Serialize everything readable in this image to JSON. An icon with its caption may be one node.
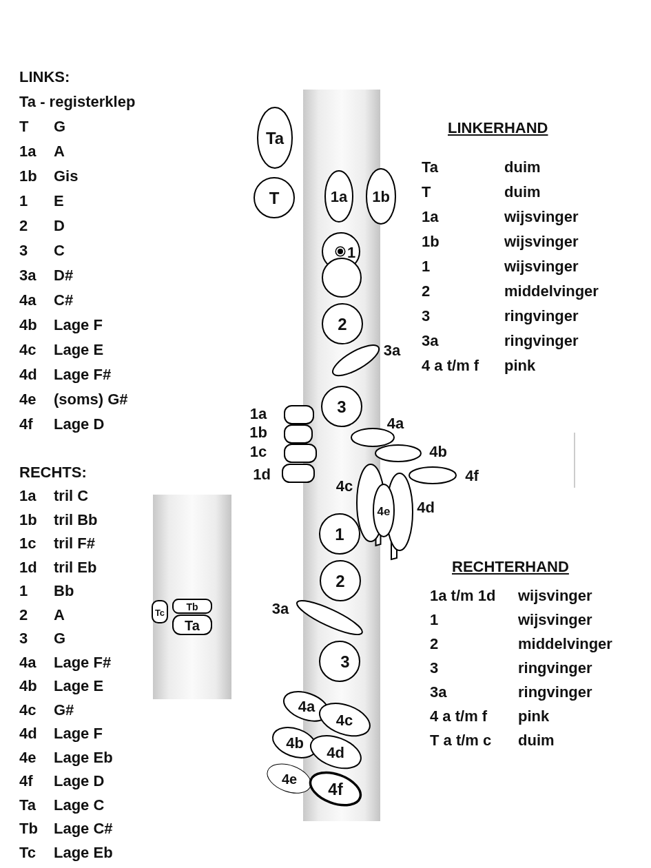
{
  "diagram": {
    "nodes": [
      {
        "text": [
          "Ta"
        ]
      },
      {
        "text": [
          "T"
        ]
      },
      {
        "text": [
          "1a"
        ]
      },
      {
        "text": [
          "1b"
        ]
      },
      {
        "text": [
          "1"
        ]
      },
      {
        "text": [],
        "shape": "circle"
      },
      {
        "text": [
          "2"
        ]
      },
      {
        "text": [
          "3a"
        ]
      },
      {
        "text": [
          "3"
        ]
      },
      {
        "text": [
          "1a"
        ]
      },
      {
        "text": [
          "1b"
        ]
      },
      {
        "text": [
          "1c"
        ]
      },
      {
        "text": [
          "1d"
        ]
      },
      {
        "text": [
          "4a"
        ]
      },
      {
        "text": [
          "4b"
        ]
      },
      {
        "text": [
          "4f"
        ]
      },
      {
        "text": [
          "4c"
        ]
      },
      {
        "text": [
          "4d"
        ]
      },
      {
        "text": [
          "4e"
        ]
      },
      {
        "text": [
          "1"
        ]
      },
      {
        "text": [
          "2"
        ]
      },
      {
        "text": [
          "3a"
        ]
      },
      {
        "text": [
          "3"
        ]
      },
      {
        "text": [
          "4a"
        ]
      },
      {
        "text": [
          "4c"
        ]
      },
      {
        "text": [
          "4b"
        ]
      },
      {
        "text": [
          "4d"
        ]
      },
      {
        "text": [
          "4e"
        ]
      },
      {
        "text": [
          "4f"
        ]
      },
      {
        "text": [
          "Tc"
        ]
      },
      {
        "text": [
          "Tb"
        ]
      },
      {
        "text": [
          "Ta"
        ]
      }
    ],
    "labels": [
      "LINKS:",
      "Ta - registerklep",
      "T",
      "G",
      "1a",
      "A",
      "1b",
      "Gis",
      "1",
      "E",
      "2",
      "D",
      "3",
      "C",
      "3a",
      "D#",
      "4a",
      "C#",
      "4b",
      "Lage F",
      "4c",
      "Lage E",
      "4d",
      "Lage F#",
      "4e",
      "(soms) G#",
      "4f",
      "Lage D",
      "RECHTS:",
      "1a",
      "tril C",
      "1b",
      "tril Bb",
      "1c",
      "tril F#",
      "1d",
      "tril Eb",
      "1",
      "Bb",
      "2",
      "A",
      "3",
      "G",
      "4a",
      "Lage F#",
      "4b",
      "Lage E",
      "4c",
      "G#",
      "4d",
      "Lage F",
      "4e",
      "Lage Eb",
      "4f",
      "Lage D",
      "Ta",
      "Lage C",
      "Tb",
      "Lage C#",
      "Tc",
      "Lage Eb",
      "LINKERHAND",
      "Ta",
      "duim",
      "T",
      "duim",
      "1a",
      "wijsvinger",
      "1b",
      "wijsvinger",
      "1",
      "wijsvinger",
      "2",
      "middelvinger",
      "3",
      "ringvinger",
      "3a",
      "ringvinger",
      "4 a t/m f",
      "pink",
      "RECHTERHAND",
      "1a t/m 1d",
      "wijsvinger",
      "1",
      "wijsvinger",
      "2",
      "middelvinger",
      "3",
      "ringvinger",
      "3a",
      "ringvinger",
      "4 a t/m f",
      "pink",
      "T a t/m c",
      "duim"
    ]
  }
}
